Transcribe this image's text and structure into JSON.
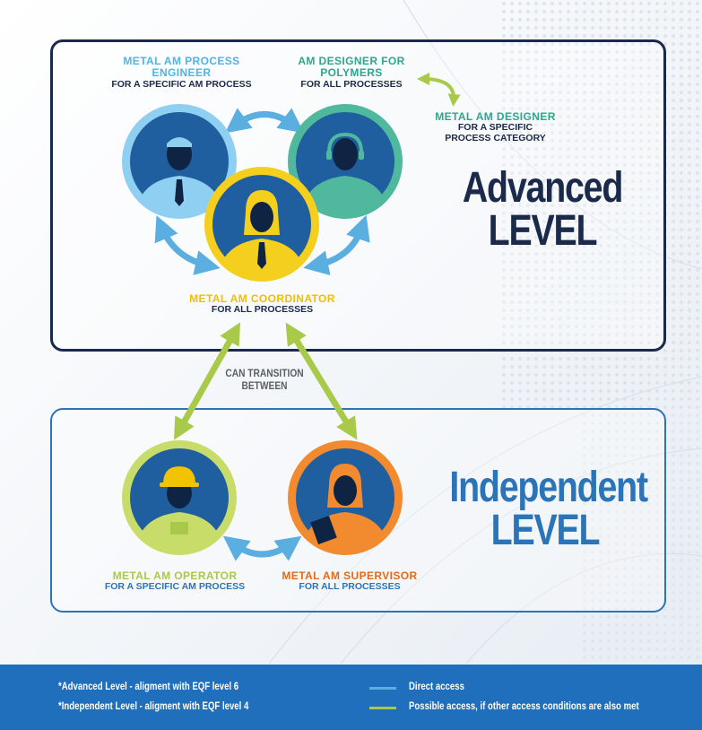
{
  "colors": {
    "navy": "#1b2a4a",
    "blue": "#2b74b8",
    "light_blue": "#5aaee0",
    "teal": "#2a9d8f",
    "yellow": "#f2c400",
    "lime": "#a9c94b",
    "orange": "#e56a17",
    "footer": "#1f6fbd"
  },
  "advanced": {
    "word1": "Advanced",
    "word2": "LEVEL",
    "engineer": {
      "title": "METAL AM PROCESS ENGINEER",
      "sub": "FOR A SPECIFIC AM PROCESS",
      "icon": "engineer-avatar-icon"
    },
    "polymers": {
      "title": "AM DESIGNER FOR POLYMERS",
      "sub": "FOR ALL PROCESSES",
      "icon": "designer-polymers-avatar-icon"
    },
    "metal_designer": {
      "title": "METAL AM DESIGNER",
      "sub": "FOR A SPECIFIC PROCESS CATEGORY"
    },
    "coordinator": {
      "title": "METAL AM COORDINATOR",
      "sub": "FOR ALL PROCESSES",
      "icon": "coordinator-avatar-icon"
    }
  },
  "transition_text": "CAN TRANSITION BETWEEN",
  "independent": {
    "word1": "Independent",
    "word2": "LEVEL",
    "operator": {
      "title": "METAL AM OPERATOR",
      "sub": "FOR A SPECIFIC AM PROCESS",
      "icon": "operator-avatar-icon"
    },
    "supervisor": {
      "title": "METAL AM SUPERVISOR",
      "sub": "FOR ALL PROCESSES",
      "icon": "supervisor-avatar-icon"
    }
  },
  "footer": {
    "note1": "*Advanced Level - aligment with EQF level 6",
    "note2": "*Independent Level - aligment with EQF level 4",
    "legend_direct": "Direct access",
    "legend_possible": "Possible access, if other access conditions are also met"
  }
}
